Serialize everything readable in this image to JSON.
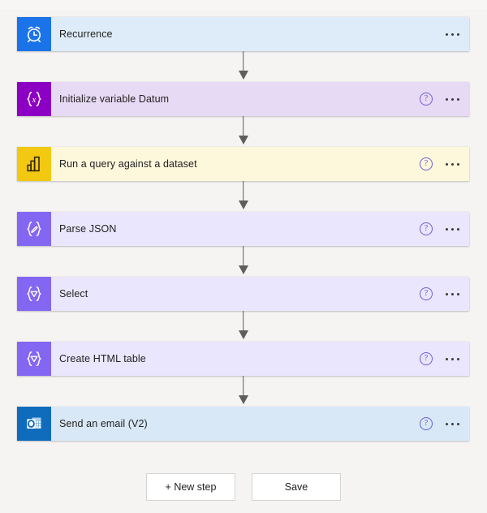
{
  "canvas": {
    "background_color": "#f5f4f3",
    "accent_color": "#8367f2"
  },
  "flow": {
    "steps": [
      {
        "id": "recurrence",
        "label": "Recurrence",
        "icon": "alarm-clock-icon",
        "icon_bg": "#1a73e8",
        "card_bg": "#deecf9",
        "variant": "v-blue",
        "has_help": false,
        "help_label": "?",
        "menu_label": "..."
      },
      {
        "id": "initialize-variable-datum",
        "label": "Initialize variable Datum",
        "icon": "braces-variable-icon",
        "icon_bg": "#8c00c4",
        "card_bg": "#e7daf5",
        "variant": "v-violet",
        "has_help": true,
        "help_label": "?",
        "menu_label": "..."
      },
      {
        "id": "run-a-query-against-a-dataset",
        "label": "Run a query against a dataset",
        "icon": "power-bi-bar-chart-icon",
        "icon_bg": "#f2c811",
        "card_bg": "#fdf7dc",
        "variant": "v-yellow",
        "has_help": true,
        "help_label": "?",
        "menu_label": "..."
      },
      {
        "id": "parse-json",
        "label": "Parse JSON",
        "icon": "braces-pencil-icon",
        "icon_bg": "#8367f2",
        "card_bg": "#eae6fd",
        "variant": "v-lav",
        "has_help": true,
        "help_label": "?",
        "menu_label": "..."
      },
      {
        "id": "select",
        "label": "Select",
        "icon": "braces-filter-icon",
        "icon_bg": "#8367f2",
        "card_bg": "#eae6fd",
        "variant": "v-lav",
        "has_help": true,
        "help_label": "?",
        "menu_label": "..."
      },
      {
        "id": "create-html-table",
        "label": "Create HTML table",
        "icon": "braces-filter-icon",
        "icon_bg": "#8367f2",
        "card_bg": "#eae6fd",
        "variant": "v-lav",
        "has_help": true,
        "help_label": "?",
        "menu_label": "..."
      },
      {
        "id": "send-an-email-v2",
        "label": "Send an email (V2)",
        "icon": "outlook-icon",
        "icon_bg": "#0f6cbd",
        "card_bg": "#d9e8f7",
        "variant": "v-outlook",
        "has_help": true,
        "help_label": "?",
        "menu_label": "..."
      }
    ],
    "connector_color": "#5f5e5c"
  },
  "footer": {
    "new_step_label": "+ New step",
    "save_label": "Save"
  }
}
